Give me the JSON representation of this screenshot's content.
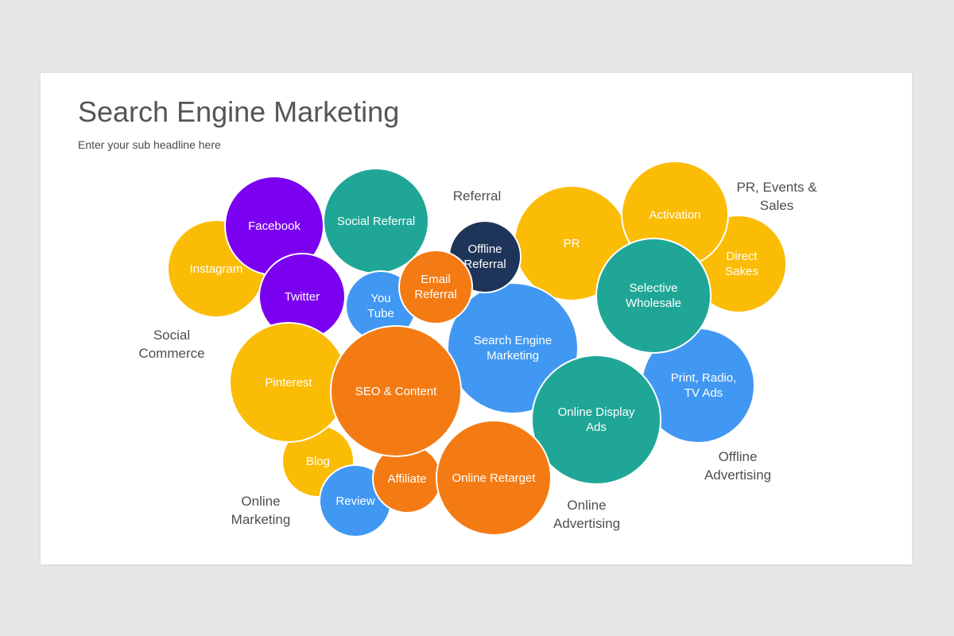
{
  "title": "Search Engine Marketing",
  "subtitle": "Enter your sub headline here",
  "bubbles": {
    "instagram": "Instagram",
    "facebook": "Facebook",
    "social_referral": "Social Referral",
    "twitter": "Twitter",
    "youtube": "You\nTube",
    "email_referral": "Email\nReferral",
    "offline_referral": "Offline\nReferral",
    "pr": "PR",
    "activation": "Activation",
    "direct_sakes": "Direct\nSakes",
    "selective_wholesale": "Selective\nWholesale",
    "pinterest": "Pinterest",
    "seo_content": "SEO & Content",
    "search_engine_marketing": "Search Engine\nMarketing",
    "print_radio_tv": "Print, Radio,\nTV Ads",
    "online_display_ads": "Online Display\nAds",
    "blog": "Blog",
    "review": "Review",
    "affiliate": "Affiliate",
    "online_retarget": "Online Retarget"
  },
  "groups": {
    "referral": "Referral",
    "pr_events_sales": "PR, Events &\nSales",
    "social_commerce": "Social\nCommerce",
    "offline_advertising": "Offline\nAdvertising",
    "online_advertising": "Online\nAdvertising",
    "online_marketing": "Online\nMarketing"
  },
  "colors": {
    "yellow": "#fbbc05",
    "purple": "#7b00f0",
    "teal": "#1fa696",
    "blue": "#4198f2",
    "orange": "#f47b14",
    "navy": "#1e3458"
  }
}
